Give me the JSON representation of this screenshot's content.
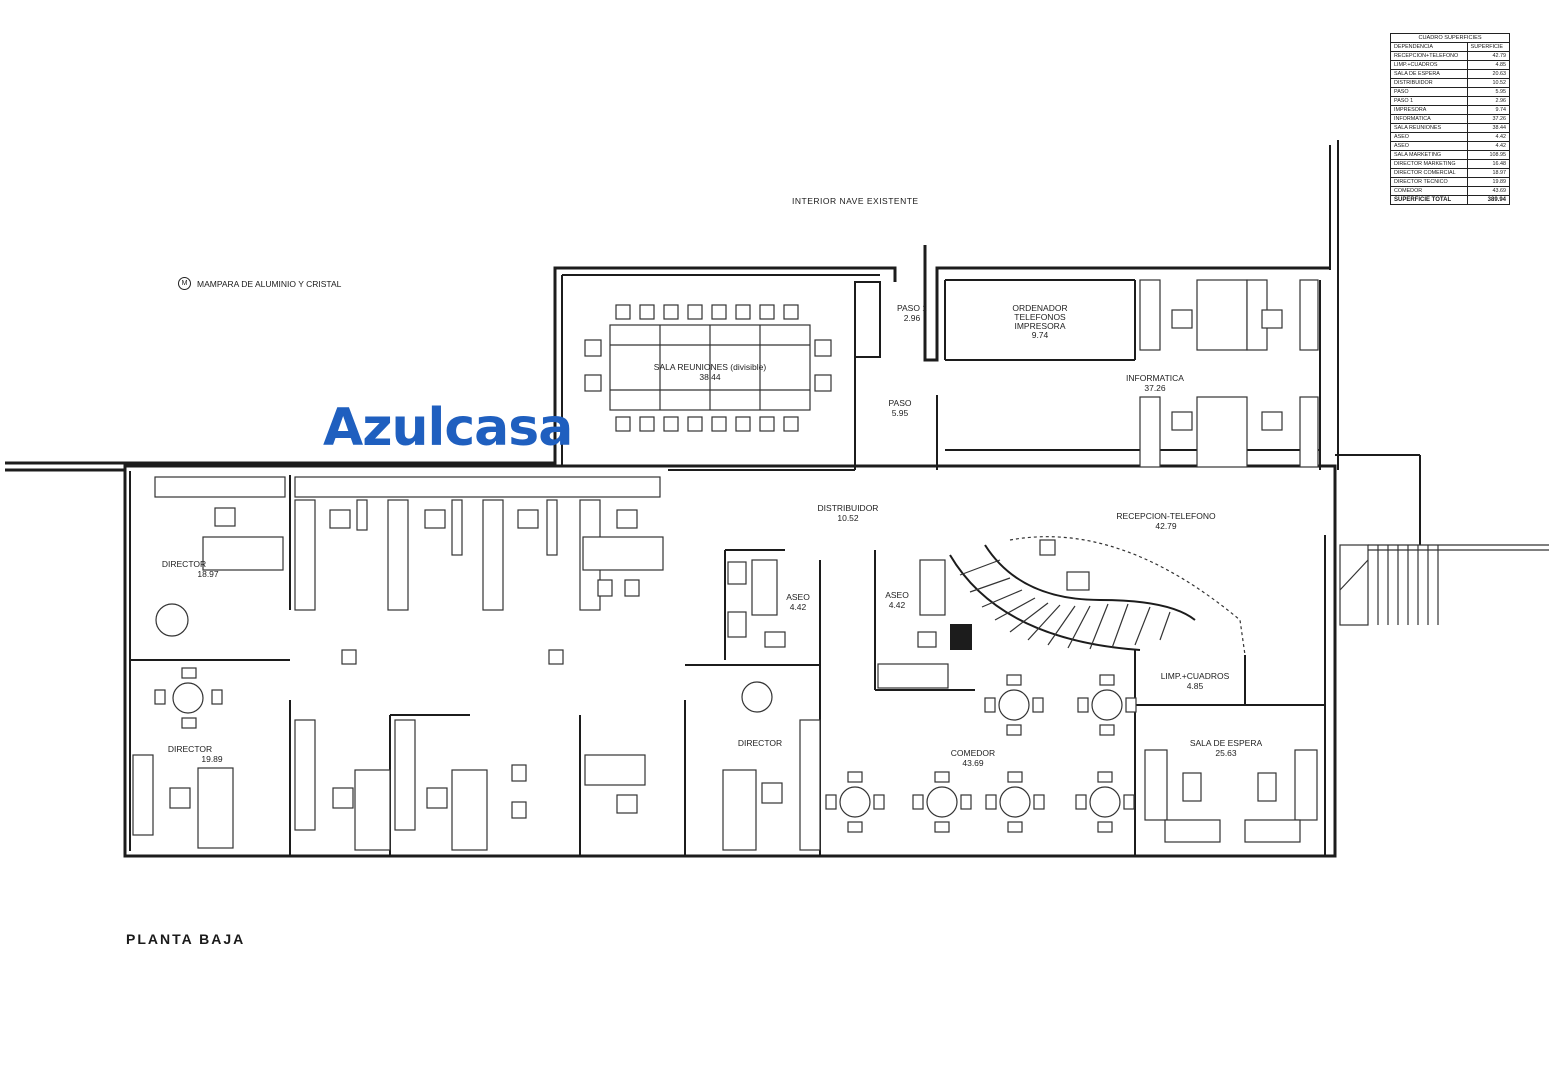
{
  "brand": "Azulcasa",
  "title": "PLANTA BAJA",
  "note": {
    "symbol": "M",
    "text": "MAMPARA DE ALUMINIO Y CRISTAL"
  },
  "interior_label": "INTERIOR NAVE EXISTENTE",
  "surface_table": {
    "caption": "CUADRO SUPERFICIES",
    "head": [
      "DEPENDENCIA",
      "SUPERFICIE"
    ],
    "rows": [
      [
        "RECEPCION+TELEFONO",
        "42.79"
      ],
      [
        "LIMP.+CUADROS",
        "4.85"
      ],
      [
        "SALA DE ESPERA",
        "20.63"
      ],
      [
        "DISTRIBUIDOR",
        "10.52"
      ],
      [
        "PASO",
        "5.95"
      ],
      [
        "PASO 1",
        "2.96"
      ],
      [
        "IMPRESORA",
        "9.74"
      ],
      [
        "INFORMATICA",
        "37.26"
      ],
      [
        "SALA REUNIONES",
        "38.44"
      ],
      [
        "ASEO",
        "4.42"
      ],
      [
        "ASEO",
        "4.42"
      ],
      [
        "SALA MARKETING",
        "108.95"
      ],
      [
        "DIRECTOR MARKETING",
        "16.48"
      ],
      [
        "DIRECTOR COMERCIAL",
        "18.97"
      ],
      [
        "DIRECTOR TECNICO",
        "19.89"
      ],
      [
        "COMEDOR",
        "43.69"
      ]
    ],
    "total": [
      "SUPERFICIE TOTAL",
      "389.94"
    ]
  },
  "rooms": {
    "paso1": {
      "name": "PASO 1",
      "area": "2.96"
    },
    "ordenador": {
      "l1": "ORDENADOR",
      "l2": "TELEFONOS",
      "l3": "IMPRESORA",
      "area": "9.74"
    },
    "sala_reuniones": {
      "name": "SALA REUNIONES (divisible)",
      "area": "38.44"
    },
    "paso": {
      "name": "PASO",
      "area": "5.95"
    },
    "informatica": {
      "name": "INFORMATICA",
      "area": "37.26"
    },
    "distribuidor": {
      "name": "DISTRIBUIDOR",
      "area": "10.52"
    },
    "recepcion": {
      "name": "RECEPCION-TELEFONO",
      "area": "42.79"
    },
    "director_top": {
      "name": "DIRECTOR",
      "area": "18.97"
    },
    "aseo_left": {
      "name": "ASEO",
      "area": "4.42"
    },
    "aseo_right": {
      "name": "ASEO",
      "area": "4.42"
    },
    "limp": {
      "name": "LIMP.+CUADROS",
      "area": "4.85"
    },
    "director_bottom": {
      "name": "DIRECTOR",
      "area": "19.89"
    },
    "director_mid": {
      "name": "DIRECTOR"
    },
    "comedor": {
      "name": "COMEDOR",
      "area": "43.69"
    },
    "sala_espera": {
      "name": "SALA DE ESPERA",
      "area": "25.63"
    }
  }
}
